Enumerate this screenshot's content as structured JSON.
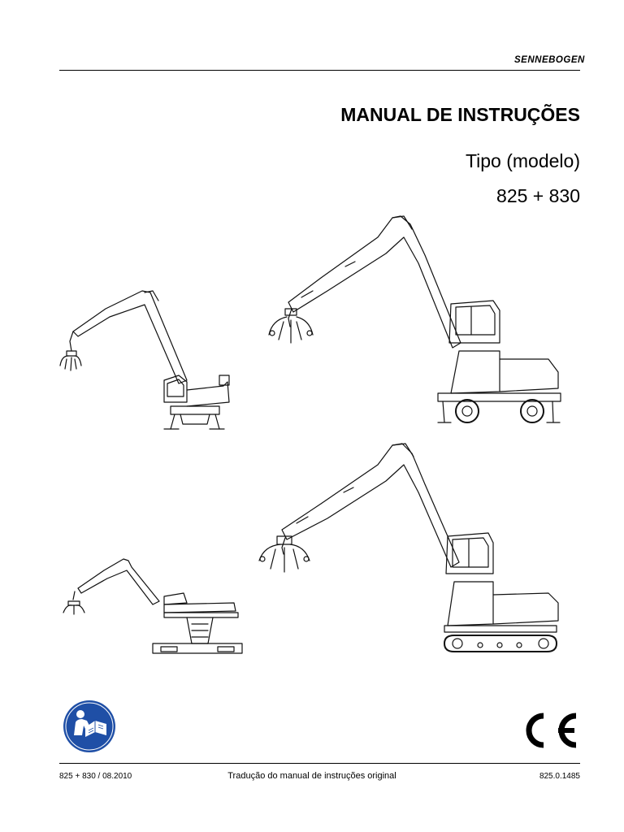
{
  "header": {
    "brand_logo_text": "SENNEBOGEN"
  },
  "cover": {
    "title": "MANUAL DE INSTRUÇÕES",
    "subtitle_type": "Tipo (modelo)",
    "subtitle_models": "825 + 830"
  },
  "icons": {
    "manual_icon": "read-manual-icon",
    "ce_mark": "CE"
  },
  "footer": {
    "left": "825 + 830 / 08.2010",
    "center": "Tradução do manual de instruções original",
    "right": "825.0.1485"
  }
}
